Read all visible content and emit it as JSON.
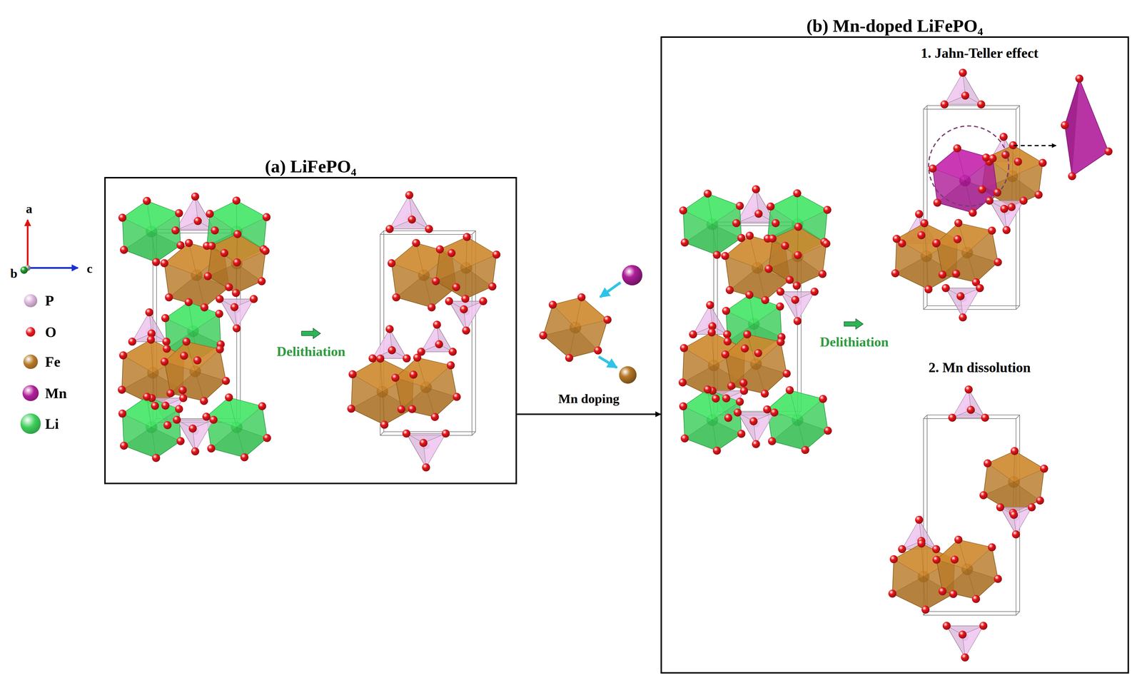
{
  "diagram": {
    "nodes": [
      {
        "text": [
          "(a) LiFePO₄"
        ]
      },
      {
        "text": [
          "(b) Mn-doped LiFePO₄"
        ]
      }
    ],
    "edges": [
      {
        "from": 0,
        "to": 1,
        "label": "Mn doping",
        "arrow": "to"
      }
    ],
    "labels": [
      "a",
      "b",
      "c",
      "Delithiation",
      "Delithiation",
      "1. Jahn-Teller effect",
      "2. Mn dissolution"
    ],
    "legend": [
      {
        "text": "P",
        "color": "#d9b3d9"
      },
      {
        "text": "O",
        "color": "#e8161b"
      },
      {
        "text": "Fe",
        "color": "#b87a28"
      },
      {
        "text": "Mn",
        "color": "#b01e9a"
      },
      {
        "text": "Li",
        "color": "#3ccd5a"
      }
    ]
  }
}
